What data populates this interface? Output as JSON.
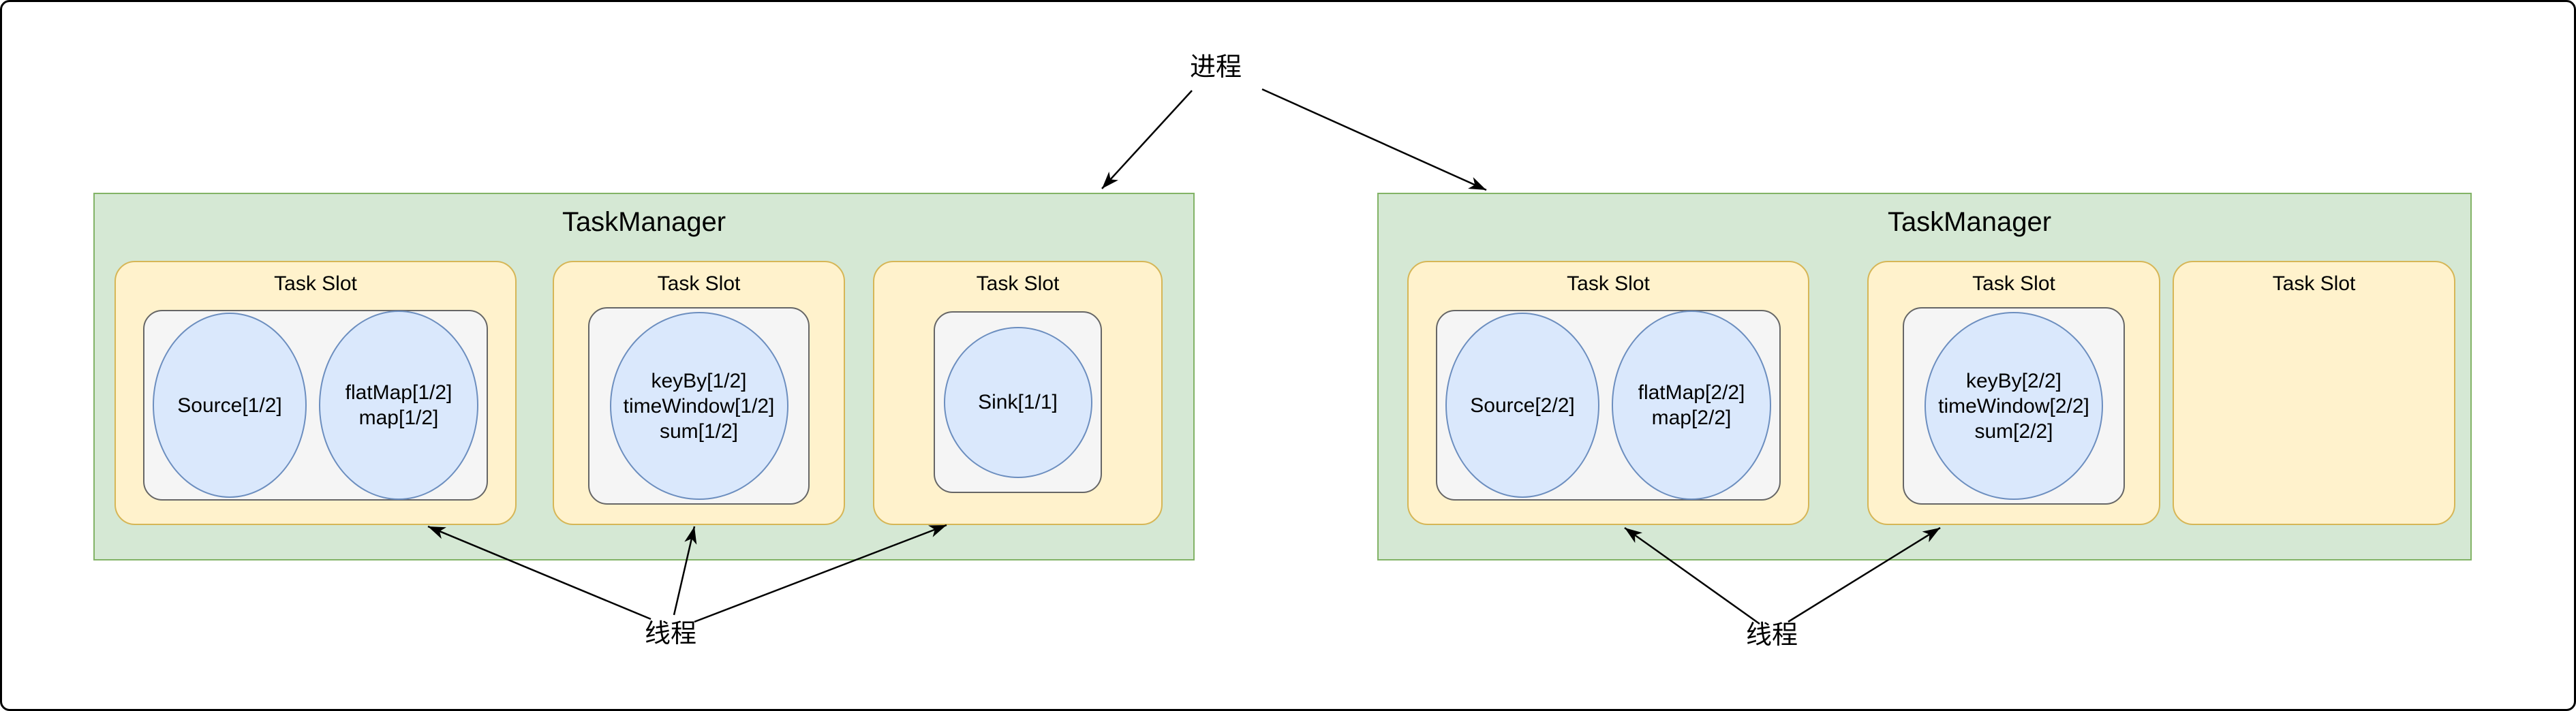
{
  "annotations": {
    "process_label": "进程",
    "thread_label_left": "线程",
    "thread_label_right": "线程"
  },
  "task_managers": [
    {
      "title": "TaskManager",
      "slots": [
        {
          "label": "Task Slot",
          "ellipses": [
            {
              "name": "source",
              "lines": [
                "Source[1/2]"
              ]
            },
            {
              "name": "flatmap-map",
              "lines": [
                "flatMap[1/2]",
                "map[1/2]"
              ]
            }
          ]
        },
        {
          "label": "Task Slot",
          "ellipses": [
            {
              "name": "keyby-timewindow-sum",
              "lines": [
                "keyBy[1/2]",
                "timeWindow[1/2]",
                "sum[1/2]"
              ]
            }
          ]
        },
        {
          "label": "Task Slot",
          "ellipses": [
            {
              "name": "sink",
              "lines": [
                "Sink[1/1]"
              ]
            }
          ]
        }
      ]
    },
    {
      "title": "TaskManager",
      "slots": [
        {
          "label": "Task Slot",
          "ellipses": [
            {
              "name": "source",
              "lines": [
                "Source[2/2]"
              ]
            },
            {
              "name": "flatmap-map",
              "lines": [
                "flatMap[2/2]",
                "map[2/2]"
              ]
            }
          ]
        },
        {
          "label": "Task Slot",
          "ellipses": [
            {
              "name": "keyby-timewindow-sum",
              "lines": [
                "keyBy[2/2]",
                "timeWindow[2/2]",
                "sum[2/2]"
              ]
            }
          ]
        },
        {
          "label": "Task Slot",
          "ellipses": []
        }
      ]
    }
  ],
  "colors": {
    "task_manager_fill": "#d5e8d4",
    "task_manager_border": "#82b366",
    "task_slot_fill": "#fff2cc",
    "task_slot_border": "#d6b656",
    "task_group_fill": "#f5f5f5",
    "task_group_border": "#666666",
    "task_fill": "#dae8fc",
    "task_border": "#6c8ebf",
    "arrow": "#000000",
    "frame": "#000000"
  }
}
